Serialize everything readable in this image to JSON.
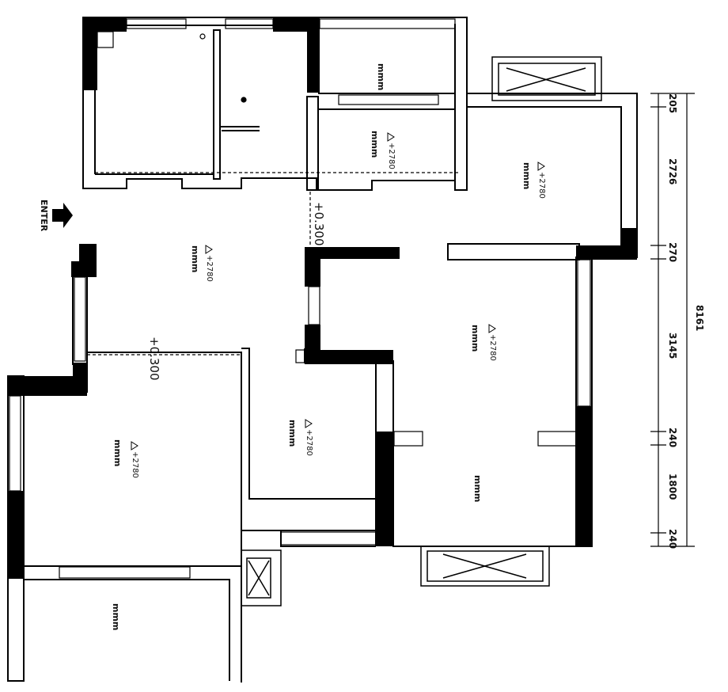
{
  "entry_label": "ENTER",
  "level_marks": {
    "ceiling": "+2780",
    "floor": "+0.300"
  },
  "room_tag": "mmm",
  "dimensions": {
    "segments": [
      "205",
      "2726",
      "270",
      "3145",
      "240",
      "1800",
      "240"
    ],
    "total": "8161"
  }
}
